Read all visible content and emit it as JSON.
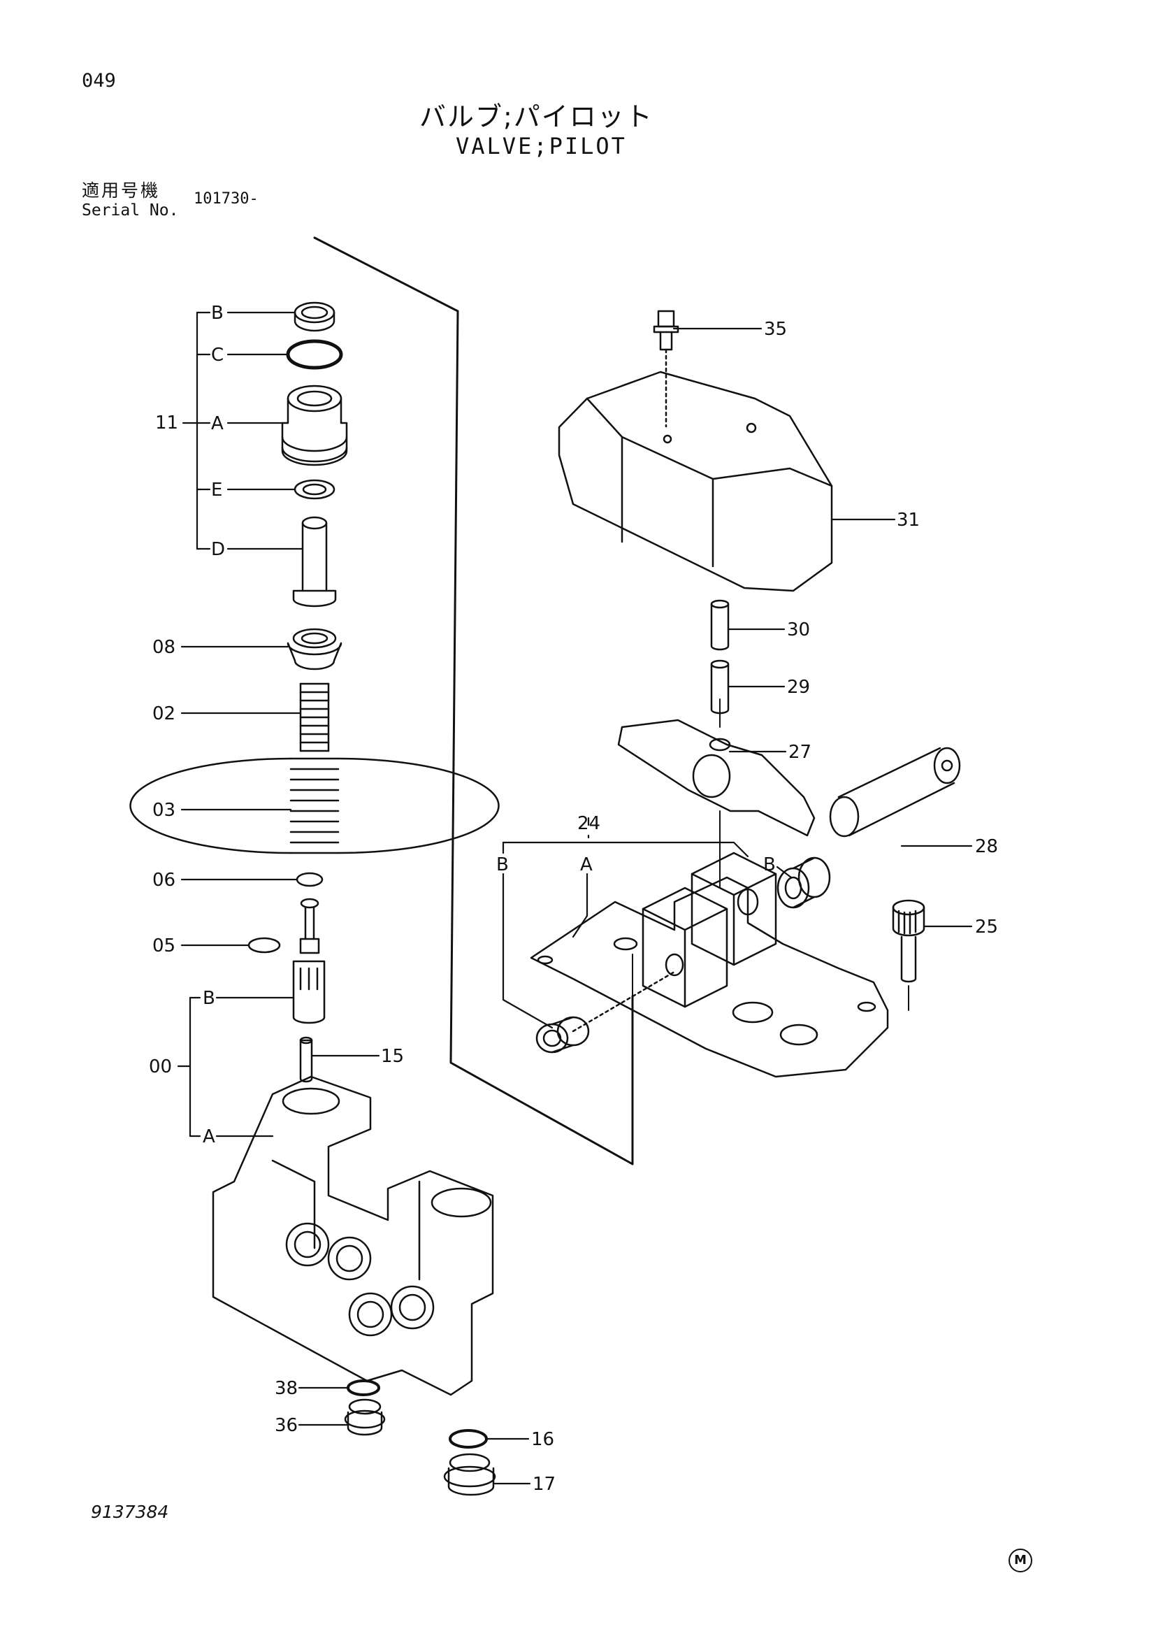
{
  "header": {
    "page_number": "049",
    "title_jp": "バルブ;パイロット",
    "title_en": "VALVE;PILOT"
  },
  "serial": {
    "label_jp": "適用号機",
    "label_en": "Serial No.",
    "value": "101730-"
  },
  "footer": {
    "doc_number": "9137384",
    "mark": "M"
  },
  "callouts": {
    "n11": "11",
    "B1": "B",
    "C": "C",
    "A1": "A",
    "E": "E",
    "D": "D",
    "n08": "08",
    "n02": "02",
    "n03": "03",
    "n06": "06",
    "n05": "05",
    "n00": "00",
    "B2": "B",
    "A2": "A",
    "n15": "15",
    "n38": "38",
    "n36": "36",
    "n16": "16",
    "n17": "17",
    "n35": "35",
    "n31": "31",
    "n30": "30",
    "n29": "29",
    "n27": "27",
    "n24": "24",
    "B3": "B",
    "A3": "A",
    "B4": "B",
    "n28": "28",
    "n25": "25"
  }
}
